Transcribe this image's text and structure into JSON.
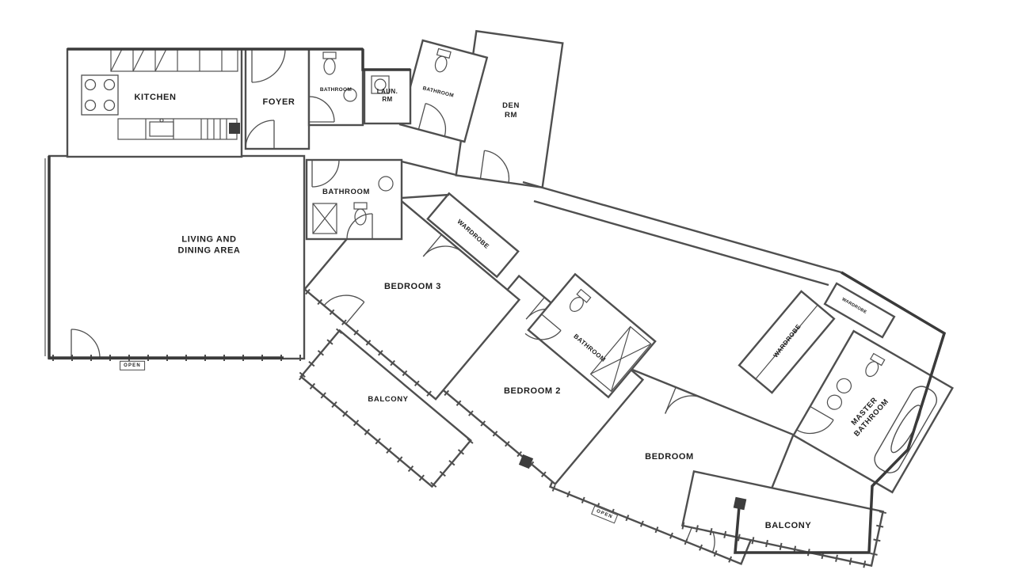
{
  "colors": {
    "wall": "#4f4f4f",
    "outline": "#3a3a3a",
    "background": "#ffffff",
    "label": "#1d1d1d"
  },
  "labels": [
    {
      "id": "kitchen",
      "text": "KITCHEN"
    },
    {
      "id": "foyer",
      "text": "FOYER"
    },
    {
      "id": "bathroom-foyer",
      "text": "BATHROOM"
    },
    {
      "id": "laundry-room",
      "text": "LAUN.\nRM"
    },
    {
      "id": "bathroom-den",
      "text": "BATHROOM"
    },
    {
      "id": "den",
      "text": "DEN\nRM"
    },
    {
      "id": "living-dining",
      "text": "LIVING AND\nDINING AREA"
    },
    {
      "id": "bathroom-main",
      "text": "BATHROOM"
    },
    {
      "id": "wardrobe-bedroom3",
      "text": "WARDROBE"
    },
    {
      "id": "bedroom-3",
      "text": "BEDROOM 3"
    },
    {
      "id": "balcony-1",
      "text": "BALCONY"
    },
    {
      "id": "bedroom-2",
      "text": "BEDROOM 2"
    },
    {
      "id": "bathroom-bedroom2",
      "text": "BATHROOM"
    },
    {
      "id": "wardrobe-hall",
      "text": "WARDROBE"
    },
    {
      "id": "wardrobe-master",
      "text": "WARDROBE"
    },
    {
      "id": "master-bathroom",
      "text": "MASTER\nBATHROOM"
    },
    {
      "id": "bedroom-master",
      "text": "BEDROOM"
    },
    {
      "id": "balcony-2",
      "text": "BALCONY"
    },
    {
      "id": "open-living",
      "text": "OPEN"
    },
    {
      "id": "open-bedroom",
      "text": "OPEN"
    }
  ]
}
